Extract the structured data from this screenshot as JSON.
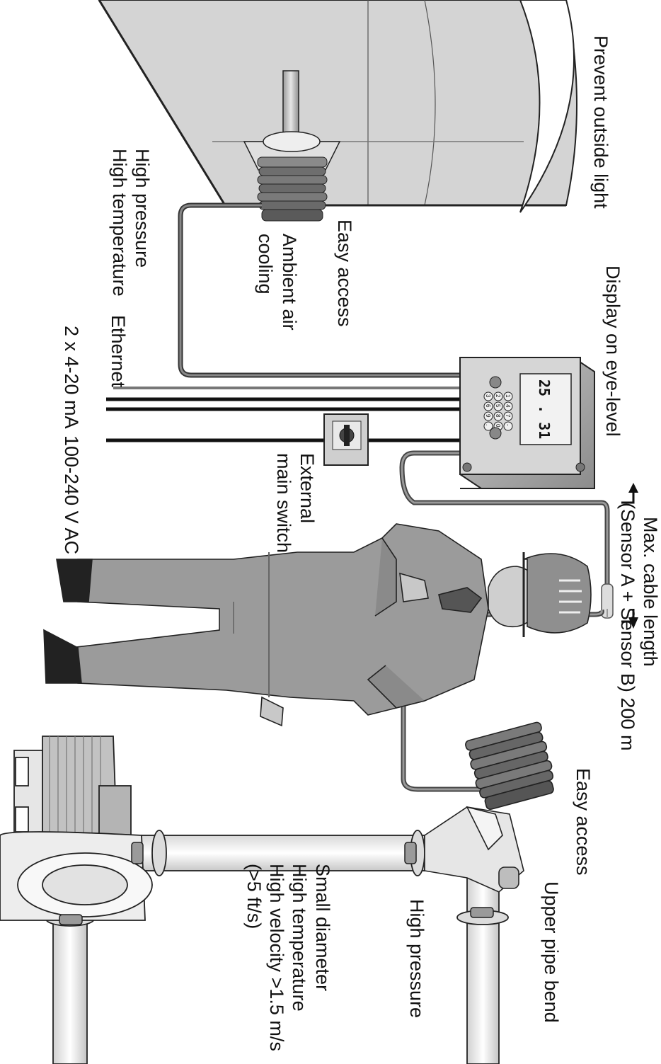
{
  "labels": {
    "prevent_light": "Prevent outside light",
    "tank_easy_access": "Easy access",
    "ambient_1": "Ambient air",
    "ambient_2": "cooling",
    "tank_high_pressure": "High pressure",
    "tank_high_temperature": "High temperature",
    "display_eye_level": "Display on eye-level",
    "ethernet": "Ethernet",
    "mA_outputs": "2 x 4-20 mA",
    "power": "100-240 V AC",
    "switch_1": "External",
    "switch_2": "main switch",
    "cable_1": "Max. cable length",
    "cable_2": "(Sensor A + Sensor B) 200 m",
    "pipe_easy_access": "Easy access",
    "upper_pipe_bend": "Upper pipe bend",
    "pipe_high_pressure": "High pressure",
    "small_diameter": "Small diameter",
    "pipe_high_temperature": "High temperature",
    "high_velocity": "High velocity >1.5 m/s",
    "velocity_ft": "(>5 ft/s)"
  },
  "display": {
    "reading": "25 . 31",
    "keypad_keys": [
      "1",
      "2",
      "3",
      "4",
      "5",
      "6",
      "7",
      "8",
      "9",
      "-",
      "0",
      "."
    ]
  }
}
